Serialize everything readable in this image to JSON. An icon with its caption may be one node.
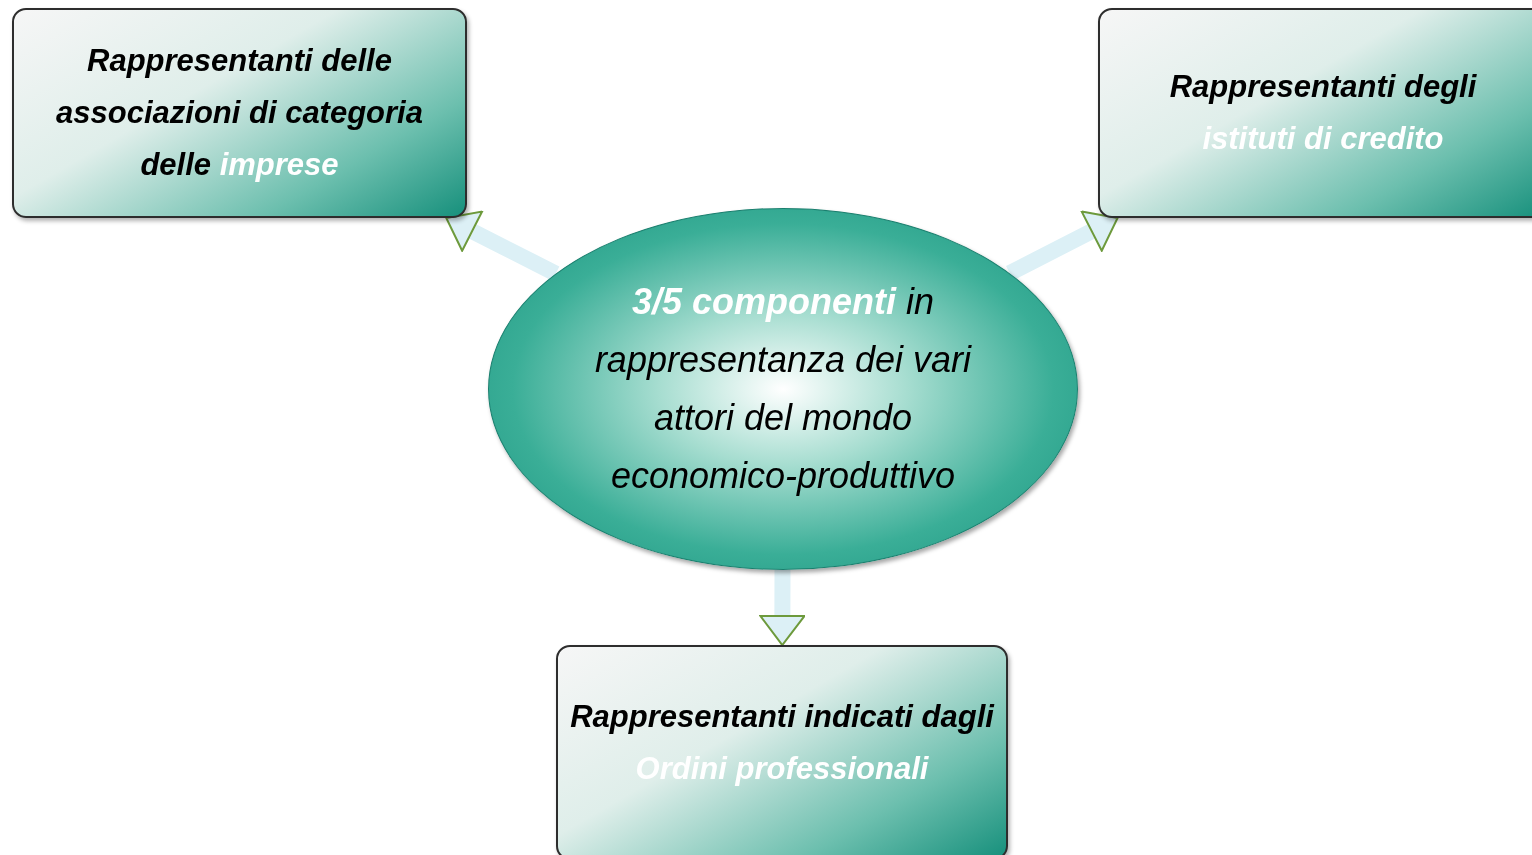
{
  "diagram": {
    "nodes": [
      {
        "text": [
          "Rappresentanti delle associazioni di categoria delle",
          "imprese"
        ]
      },
      {
        "text": [
          "Rappresentanti degli",
          "istituti di credito"
        ]
      },
      {
        "text": [
          "**3/5 componenti** in rappresentanza dei vari attori del mondo economico-produttivo"
        ]
      },
      {
        "text": [
          "Rappresentanti indicati dagli",
          "Ordini professionali"
        ]
      }
    ],
    "edges": [
      {
        "from": 2,
        "to": 0,
        "arrow": "to"
      },
      {
        "from": 2,
        "to": 1,
        "arrow": "to"
      },
      {
        "from": 2,
        "to": 3,
        "arrow": "to"
      }
    ]
  }
}
